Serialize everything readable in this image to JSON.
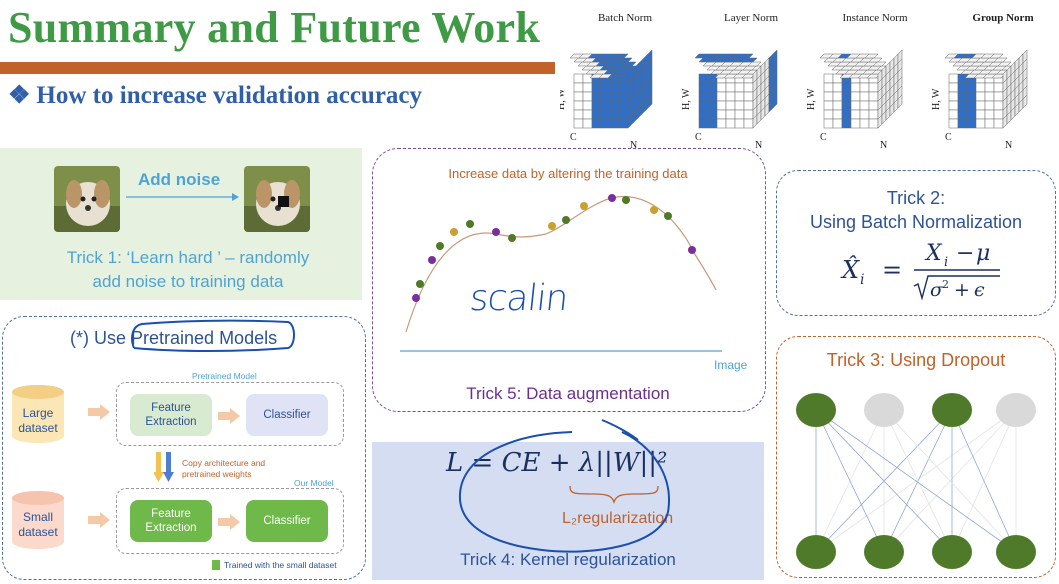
{
  "slide": {
    "title": "Summary and Future Work",
    "subtitle_bullet": "❖",
    "subtitle": "How to increase validation accuracy"
  },
  "norms": {
    "labels": [
      "Batch Norm",
      "Layer Norm",
      "Instance Norm",
      "Group Norm"
    ],
    "axis_hw": "H, W",
    "axis_c": "C",
    "axis_n": "N",
    "highlight_color": "#2f6fc7"
  },
  "trick1": {
    "arrow_label": "Add noise",
    "caption_line1": "Trick 1: ‘Learn hard ’ – randomly",
    "caption_line2": "add noise to training data"
  },
  "pretrained": {
    "title_prefix": "(*) Use ",
    "title_highlight": "Pretrained Models",
    "pretrained_model_label": "Pretrained Model",
    "our_model_label": "Our Model",
    "large_dataset": "Large dataset",
    "small_dataset": "Small dataset",
    "feature_extraction": "Feature Extraction",
    "classifier": "Classifier",
    "copy_note_line1": "Copy architecture and",
    "copy_note_line2": "pretrained weights",
    "trained_note": "Trained with the small dataset"
  },
  "trick5": {
    "top_text": "Increase data by altering the training data",
    "handwriting": "scalin",
    "axis_label": "Image",
    "caption": "Trick 5: Data augmentation"
  },
  "trick4": {
    "formula": "L = CE  + λ||W||²",
    "reg_label": "L₂regularization",
    "caption": "Trick 4: Kernel regularization"
  },
  "trick2": {
    "title_line1": "Trick 2:",
    "title_line2": "Using Batch Normalization"
  },
  "trick3": {
    "title": "Trick 3: Using Dropout",
    "active_node_color": "#4f7a2a",
    "dropped_node_color": "#d9d9d9"
  }
}
